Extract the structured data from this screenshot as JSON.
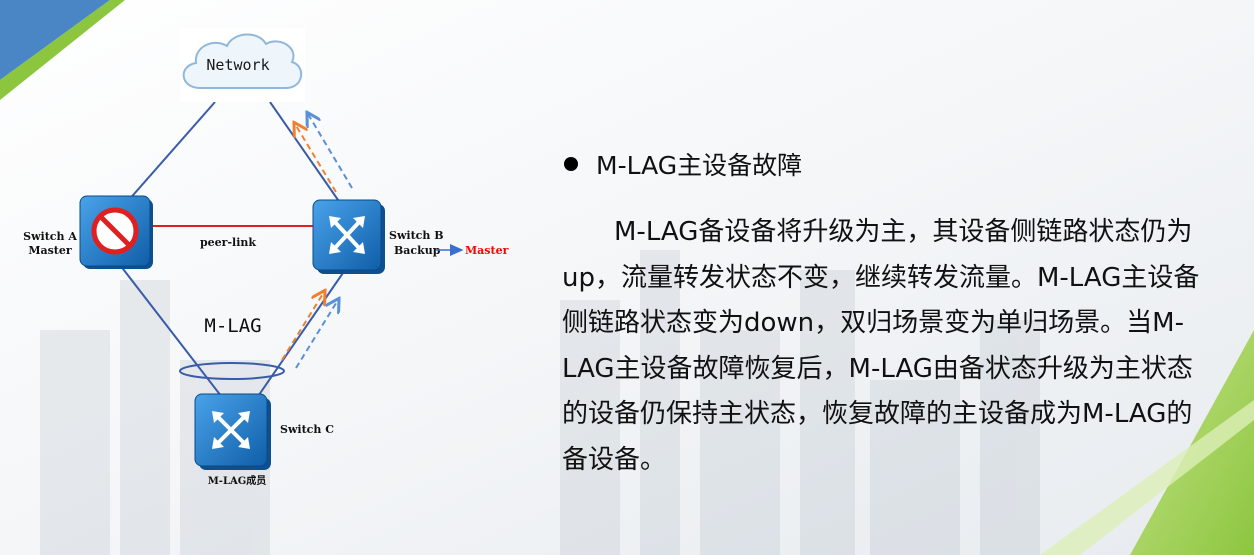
{
  "diagram": {
    "cloud_label": "Network",
    "switch_a": {
      "name": "Switch A",
      "role": "Master"
    },
    "switch_b": {
      "name": "Switch B",
      "role": "Backup",
      "new_role": "Master"
    },
    "switch_c": {
      "name": "Switch C",
      "member_label": "M-LAG成员"
    },
    "peer_link_label": "peer-link",
    "mlag_label": "M-LAG",
    "colors": {
      "link_blue": "#3a5ca8",
      "peer_link_red": "#e02020",
      "arrow_orange": "#f08030",
      "arrow_blue": "#5b8fd8",
      "switch_blue": "#1e6fc0",
      "master_red": "#ff0000"
    },
    "icons": {
      "switch_a": "prohibited-icon",
      "switch_b": "switch-cross-arrows-icon",
      "switch_c": "switch-cross-arrows-icon"
    }
  },
  "content": {
    "bullet_title": "M-LAG主设备故障",
    "paragraph": "M-LAG备设备将升级为主，其设备侧链路状态仍为up，流量转发状态不变，继续转发流量。M-LAG主设备侧链路状态变为down，双归场景变为单归场景。当M-LAG主设备故障恢复后，M-LAG由备状态升级为主状态的设备仍保持主状态，恢复故障的主设备成为M-LAG的备设备。"
  }
}
